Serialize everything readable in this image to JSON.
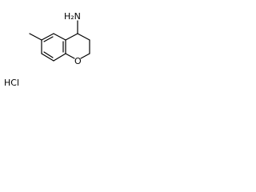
{
  "molecule": {
    "amine_label": "H₂N",
    "oxygen_label": "O",
    "salt_label": "HCl"
  },
  "colors": {
    "bond": "#000000",
    "text": "#000000",
    "background": "#ffffff"
  }
}
